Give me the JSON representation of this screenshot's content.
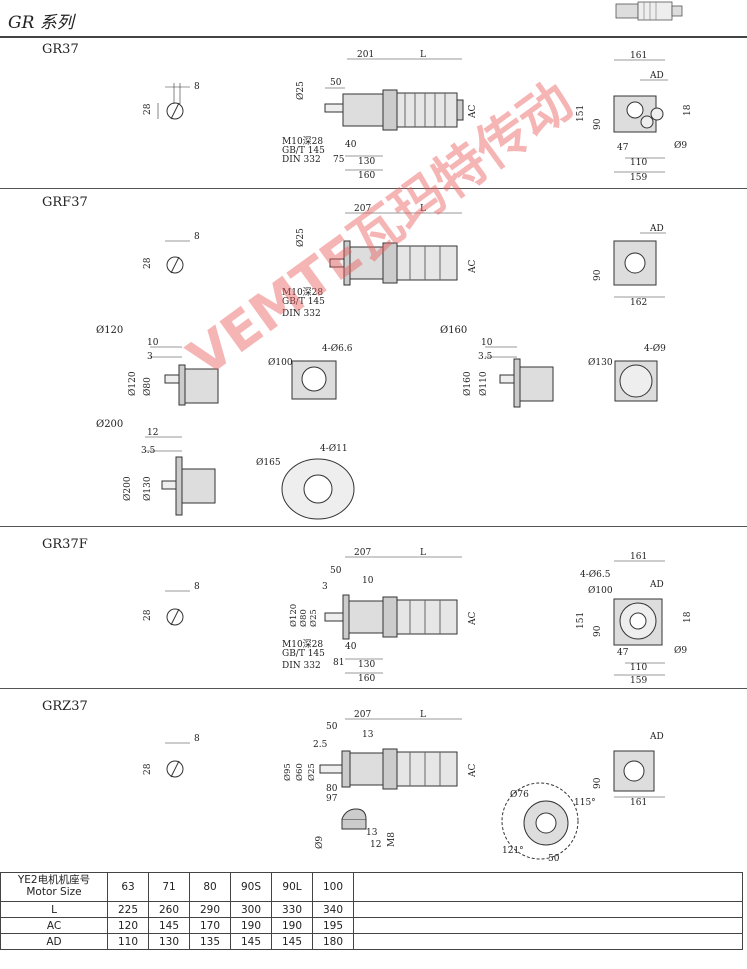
{
  "header": {
    "title": "GR 系列"
  },
  "sections": {
    "gr37": {
      "title": "GR37",
      "dims": {
        "d201": "201",
        "L": "L",
        "d50": "50",
        "d25": "Ø25",
        "AC": "AC",
        "m10": "M10深28",
        "gbt": "GB/T 145",
        "din": "DIN 332",
        "d40": "40",
        "d75": "75",
        "d130": "130",
        "d160": "160",
        "d161": "161",
        "AD": "AD",
        "d151": "151",
        "d90": "90",
        "d18": "18",
        "d47": "47",
        "d9": "Ø9",
        "d110": "110",
        "d159": "159",
        "key8": "8",
        "key28": "28"
      }
    },
    "grf37": {
      "title": "GRF37",
      "dims": {
        "d207": "207",
        "L": "L",
        "d25": "Ø25",
        "AC": "AC",
        "m10": "M10深28",
        "gbt": "GB/T 145",
        "din": "DIN 332",
        "AD": "AD",
        "d90": "90",
        "d162": "162",
        "key8": "8",
        "key28": "28"
      },
      "flanges": {
        "f120": {
          "title": "Ø120",
          "d10": "10",
          "d3": "3",
          "d120": "Ø120",
          "d80": "Ø80",
          "d100": "Ø100",
          "holes": "4-Ø6.6"
        },
        "f160": {
          "title": "Ø160",
          "d10": "10",
          "d35": "3.5",
          "d160": "Ø160",
          "d110": "Ø110",
          "d130": "Ø130",
          "holes": "4-Ø9"
        },
        "f200": {
          "title": "Ø200",
          "d12": "12",
          "d35": "3.5",
          "d200": "Ø200",
          "d130": "Ø130",
          "d165": "Ø165",
          "holes": "4-Ø11"
        }
      }
    },
    "gr37f": {
      "title": "GR37F",
      "dims": {
        "d207": "207",
        "L": "L",
        "d50": "50",
        "d10": "10",
        "d3": "3",
        "d120": "Ø120",
        "d80": "Ø80",
        "d25": "Ø25",
        "AC": "AC",
        "m10": "M10深28",
        "gbt": "GB/T 145",
        "din": "DIN 332",
        "d40": "40",
        "d81": "81",
        "d130": "130",
        "d160": "160",
        "d161": "161",
        "holes": "4-Ø6.5",
        "d100": "Ø100",
        "AD": "AD",
        "d151": "151",
        "d90": "90",
        "d18": "18",
        "d47": "47",
        "d9": "Ø9",
        "d110": "110",
        "d159": "159",
        "key8": "8",
        "key28": "28"
      }
    },
    "grz37": {
      "title": "GRZ37",
      "dims": {
        "d207": "207",
        "L": "L",
        "d50": "50",
        "d13": "13",
        "d25": "2.5",
        "d95": "Ø95",
        "d60": "Ø60",
        "d25s": "Ø25",
        "AC": "AC",
        "d80": "80",
        "d97": "97",
        "d9": "Ø9",
        "d13b": "13",
        "d12": "12",
        "m8": "M8",
        "d76": "Ø76",
        "d115": "115°",
        "d121": "121°",
        "d50b": "50",
        "AD": "AD",
        "d90": "90",
        "d161": "161",
        "key8": "8",
        "key28": "28"
      }
    }
  },
  "motor_table": {
    "header_cn": "YE2电机机座号",
    "header_en": "Motor Size",
    "sizes": [
      "63",
      "71",
      "80",
      "90S",
      "90L",
      "100"
    ],
    "rows": [
      {
        "label": "L",
        "values": [
          "225",
          "260",
          "290",
          "300",
          "330",
          "340"
        ]
      },
      {
        "label": "AC",
        "values": [
          "120",
          "145",
          "170",
          "190",
          "190",
          "195"
        ]
      },
      {
        "label": "AD",
        "values": [
          "110",
          "130",
          "135",
          "145",
          "145",
          "180"
        ]
      }
    ]
  },
  "watermark": "VEMTE瓦玛特传动"
}
